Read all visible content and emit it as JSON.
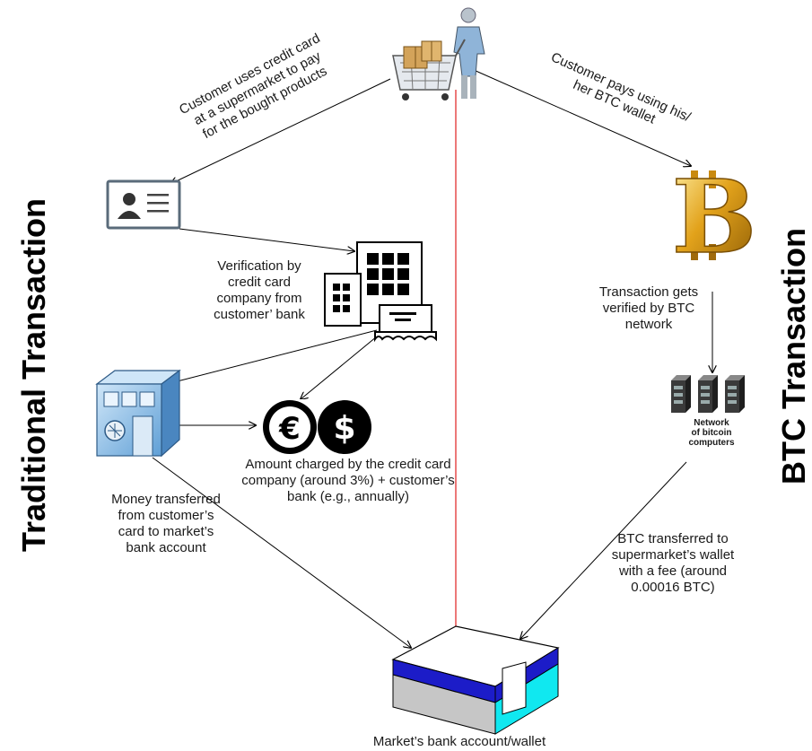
{
  "side_titles": {
    "left": "Traditional Transaction",
    "right": "BTC Transaction"
  },
  "labels": {
    "customer_credit_line1": "Customer uses credit card",
    "customer_credit_line2": "at a supermarket to pay",
    "customer_credit_line3": "for the bought products",
    "customer_btc_line1": "Customer pays using his/",
    "customer_btc_line2": "her BTC wallet",
    "verification": "Verification by credit card company from customer’ bank",
    "amount_charged": "Amount charged by the credit card company (around 3%) + customer’s bank (e.g., annually)",
    "money_transferred": "Money transferred from customer’s card to market’s bank account",
    "btc_verified": "Transaction gets verified by BTC network",
    "network_line1": "Network",
    "network_line2": "of bitcoin",
    "network_line3": "computers",
    "btc_transferred": "BTC transferred to supermarket’s wallet with a fee (around 0.00016 BTC)",
    "market_account": "Market’s bank account/wallet"
  },
  "icons": {
    "euro_symbol": "€",
    "dollar_symbol": "$",
    "bitcoin_symbol": "B"
  },
  "colors": {
    "divider_line": "#e02020",
    "bitcoin_gold": "#e2a21b",
    "market_blue": "#1c1cc8",
    "market_cyan": "#10e8f0",
    "bank_blue": "#7fb4e0"
  }
}
